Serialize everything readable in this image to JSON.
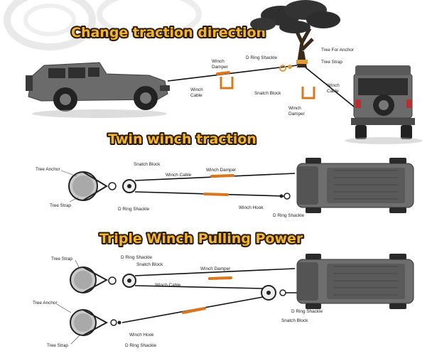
{
  "sections": {
    "change": {
      "title": "Change traction direction",
      "labels": {
        "winch_damper": [
          "Winch",
          "Damper"
        ],
        "d_ring_shackle": "D Ring Shackle",
        "tree_for_anchor": "Tree For Anchor",
        "tree_strap": "Tree Strap",
        "winch_cable_left": [
          "Winch",
          "Cable"
        ],
        "snatch_block": "Snatch Block",
        "winch_cable_right": [
          "Winch",
          "Cable"
        ],
        "winch_damper_lower": [
          "Winch",
          "Damper"
        ]
      }
    },
    "twin": {
      "title": "Twin winch traction",
      "labels": {
        "tree_anchor": "Tree Anchor",
        "snatch_block": "Snatch Block",
        "winch_cable": "Winch Cable",
        "winch_damper": "Winch Damper",
        "tree_strap": "Tree Strap",
        "d_ring_shackle": "D Ring Shackle",
        "winch_hook": "Winch Hook",
        "d_ring_shackle_right": "D Ring Shackle"
      }
    },
    "triple": {
      "title": "Triple Winch Pulling Power",
      "labels": {
        "tree_strap_top": "Tree Strap",
        "d_ring_shackle_top": "D Ring Shackle",
        "snatch_block_top": "Snatch Block",
        "winch_damper": "Winch Damper",
        "winch_cable": "Winch Cable",
        "tree_anchor": "Tree Anchor",
        "d_ring_shackle_right": "D Ring Shackle",
        "snatch_block_right": "Snatch Block",
        "winch_hook": "Winch Hook",
        "tree_strap_bottom": "Tree Strap",
        "d_ring_shackle_bottom": "D Ring Shackle"
      }
    }
  },
  "colors": {
    "title_fill": "#f3b52e",
    "title_outline": "#2a1a08",
    "damper": "#d9771f",
    "vehicle": "#6b6b6b"
  }
}
